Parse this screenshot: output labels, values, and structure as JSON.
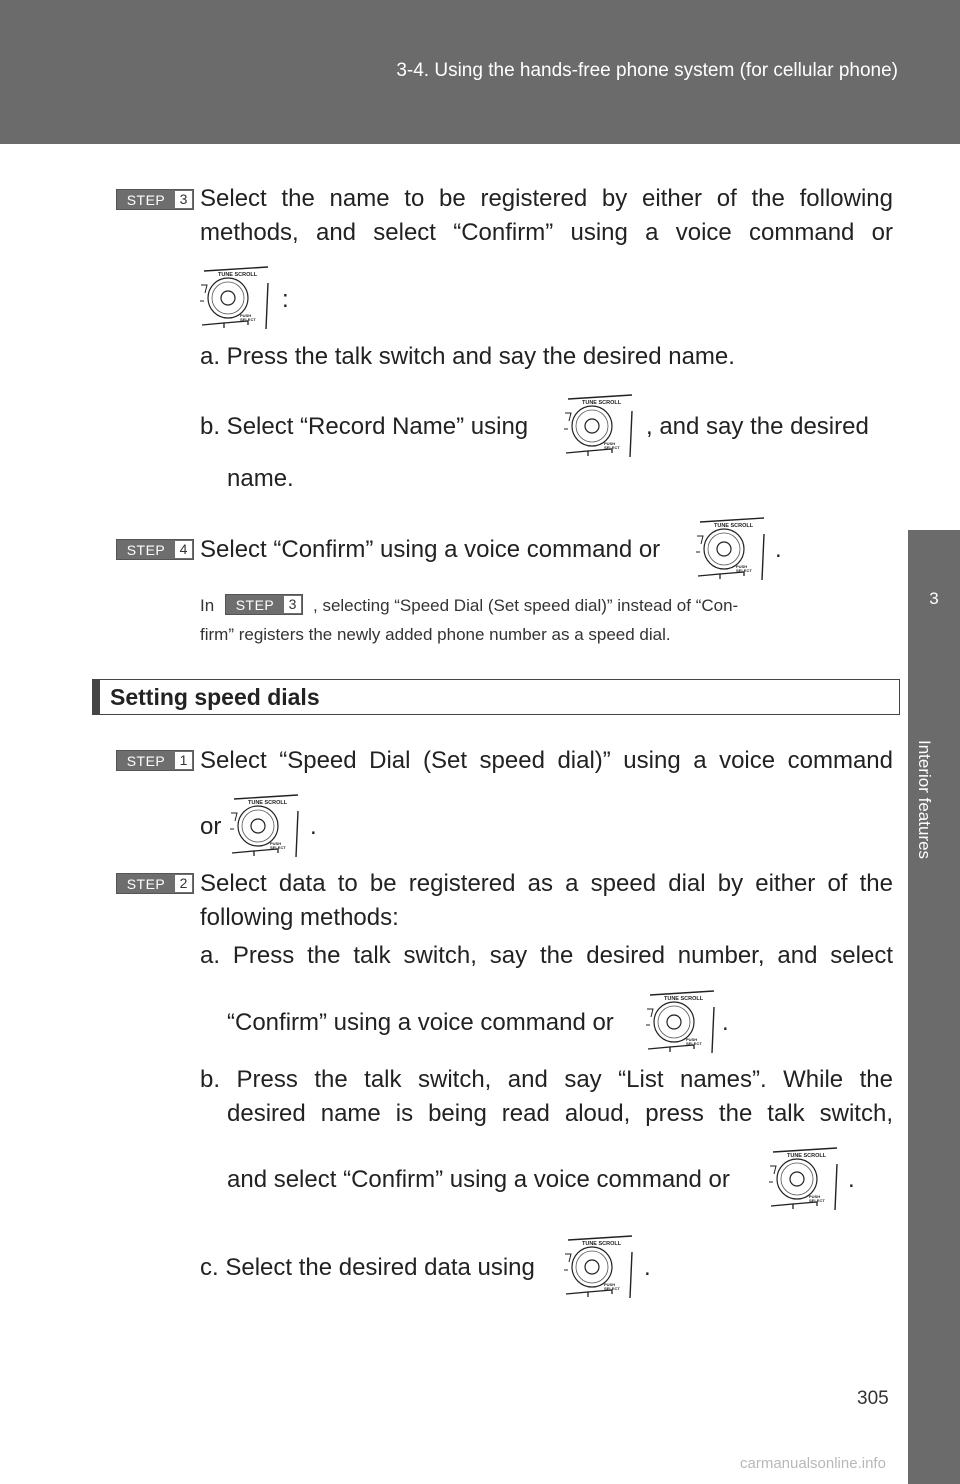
{
  "header": {
    "title": "3-4. Using the hands-free phone system (for cellular phone)"
  },
  "sidetab": {
    "chapter_number": "3",
    "chapter_label": "Interior features"
  },
  "step_label": "STEP",
  "steps": {
    "s3": {
      "num": "3",
      "line1": "Select the name to be registered by either of the following",
      "line2": "methods, and select “Confirm” using a voice command or",
      "line3": ":",
      "a": "a. Press the talk switch and say the desired name.",
      "b1": "b. Select “Record Name” using",
      "b2": ", and say the desired",
      "b3": "name."
    },
    "s4": {
      "num": "4",
      "text": "Select “Confirm” using a voice command or",
      "end": "."
    },
    "note": {
      "pre": "In",
      "step_num": "3",
      "post": ", selecting “Speed Dial (Set speed dial)” instead of “Con-",
      "line2": "firm” registers the newly added phone number as a speed dial."
    }
  },
  "section": {
    "title": "Setting speed dials"
  },
  "speed": {
    "s1": {
      "num": "1",
      "line1": "Select “Speed Dial (Set speed dial)” using a voice command",
      "line2": "or",
      "end": "."
    },
    "s2": {
      "num": "2",
      "line1": "Select data to be registered as a speed dial by either of the",
      "line2": "following methods:",
      "a1": "a. Press the talk switch, say the desired number, and select",
      "a2": "“Confirm” using a voice command or",
      "a_end": ".",
      "b1": "b. Press the talk switch, and say “List names”. While the",
      "b2": "desired name is being read aloud, press the talk switch,",
      "b3": "and select “Confirm” using a voice command or",
      "b_end": ".",
      "c": "c. Select the desired data using",
      "c_end": "."
    }
  },
  "knob": {
    "tune_label": "TUNE SCROLL",
    "push_label": "PUSH",
    "select_label": "SELECT"
  },
  "page_number": "305",
  "watermark": "carmanualsonline.info"
}
